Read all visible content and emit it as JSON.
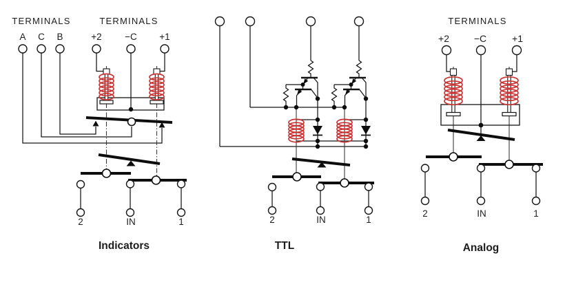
{
  "indicators": {
    "title": "Indicators",
    "left_header": "TERMINALS",
    "right_header": "TERMINALS",
    "input_terminals": [
      "A",
      "C",
      "B"
    ],
    "coil_terminals": [
      "+2",
      "−C",
      "+1"
    ],
    "output_terminals": [
      "2",
      "IN",
      "1"
    ]
  },
  "ttl": {
    "title": "TTL",
    "output_terminals": [
      "2",
      "IN",
      "1"
    ]
  },
  "analog": {
    "title": "Analog",
    "header": "TERMINALS",
    "coil_terminals": [
      "+2",
      "−C",
      "+1"
    ],
    "output_terminals": [
      "2",
      "IN",
      "1"
    ]
  },
  "colors": {
    "coil": "#cc3333",
    "wire": "#141414"
  }
}
